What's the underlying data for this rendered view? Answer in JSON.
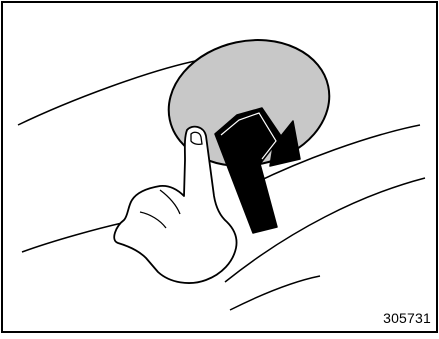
{
  "figure": {
    "figure_number": "305731",
    "colors": {
      "border": "#000000",
      "lid_fill": "#c8c8c8",
      "arrow_fill": "#000000",
      "line": "#000000",
      "background": "#ffffff"
    },
    "icons": [
      "fuel-lid-shape",
      "hand-shape",
      "push-arrow-shape"
    ]
  }
}
